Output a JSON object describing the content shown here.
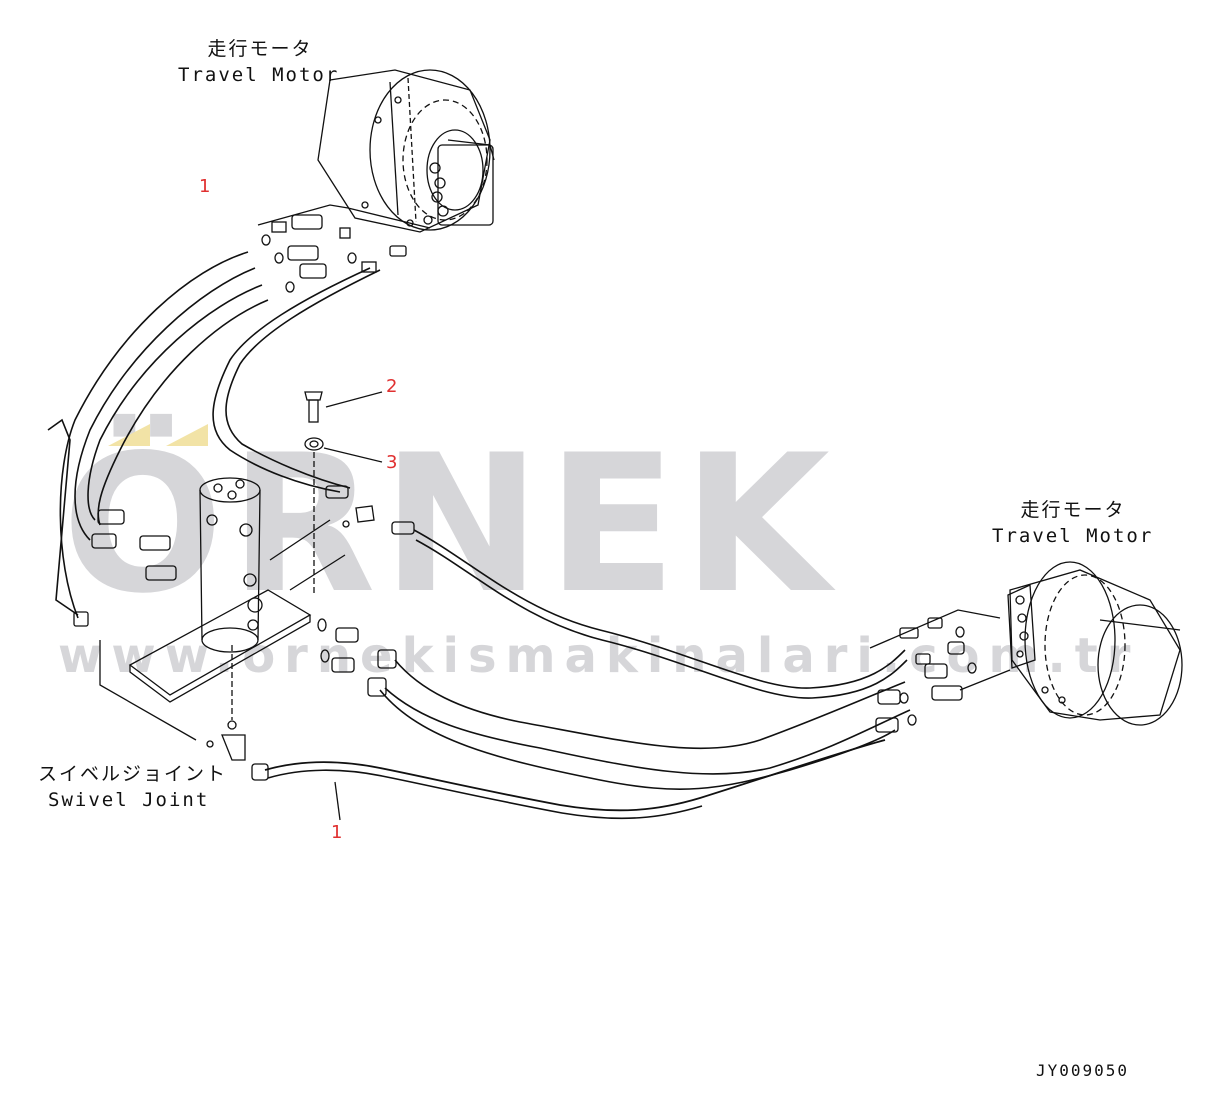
{
  "watermark": {
    "brand": "ÖRNEK",
    "url": "www.ornekismakinalari.com.tr",
    "colors": {
      "letters": "#d6d6d9",
      "accent": "#f2e3a6"
    }
  },
  "labels": {
    "travel_motor_top_jp": "走行モータ",
    "travel_motor_top_en": "Travel Motor",
    "travel_motor_right_jp": "走行モータ",
    "travel_motor_right_en": "Travel Motor",
    "swivel_joint_jp": "スイベルジョイント",
    "swivel_joint_en": "Swivel Joint"
  },
  "callouts": {
    "part1_top": "1",
    "part2": "2",
    "part3": "3",
    "part1_bottom": "1",
    "color": "#e03030"
  },
  "drawing_code": "JY009050"
}
